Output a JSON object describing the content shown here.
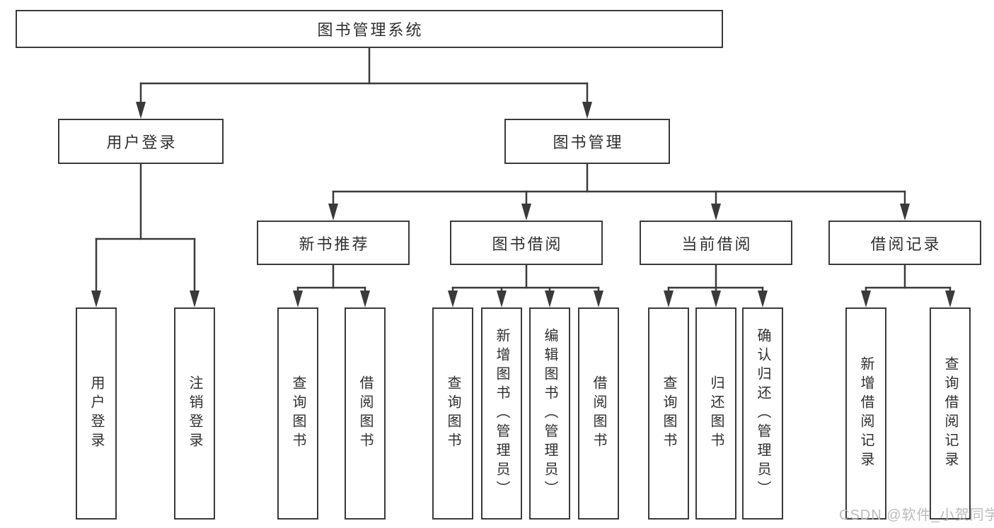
{
  "tree": {
    "label": "图书管理系统",
    "children": [
      {
        "label": "用户登录",
        "children": [
          {
            "label": "用户登录"
          },
          {
            "label": "注销登录"
          }
        ]
      },
      {
        "label": "图书管理",
        "children": [
          {
            "label": "新书推荐",
            "children": [
              {
                "label": "查询图书"
              },
              {
                "label": "借阅图书"
              }
            ]
          },
          {
            "label": "图书借阅",
            "children": [
              {
                "label": "查询图书"
              },
              {
                "label": "新增图书（管理员）"
              },
              {
                "label": "编辑图书（管理员）"
              },
              {
                "label": "借阅图书"
              }
            ]
          },
          {
            "label": "当前借阅",
            "children": [
              {
                "label": "查询图书"
              },
              {
                "label": "归还图书"
              },
              {
                "label": "确认归还（管理员）"
              }
            ]
          },
          {
            "label": "借阅记录",
            "children": [
              {
                "label": "新增借阅记录"
              },
              {
                "label": "查询借阅记录"
              }
            ]
          }
        ]
      }
    ]
  },
  "watermark": "CSDN @软件_小贺同学",
  "colors": {
    "line": "#3a3a3a",
    "box_border": "#3a3a3a",
    "text": "#2f2f2f",
    "background": "#ffffff",
    "watermark": "#b4b4b7"
  }
}
